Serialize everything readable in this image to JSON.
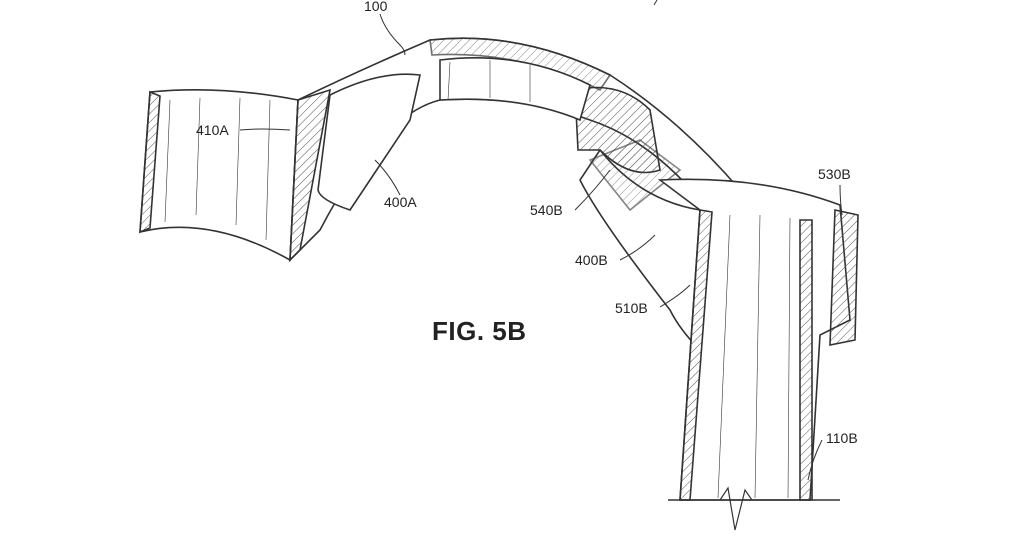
{
  "figure": {
    "title": "FIG. 5B",
    "labels": {
      "l100": "100",
      "l410A": "410A",
      "l400A": "400A",
      "l540B": "540B",
      "l530B": "530B",
      "l400B": "400B",
      "l510B": "510B",
      "l110B": "110B"
    }
  }
}
